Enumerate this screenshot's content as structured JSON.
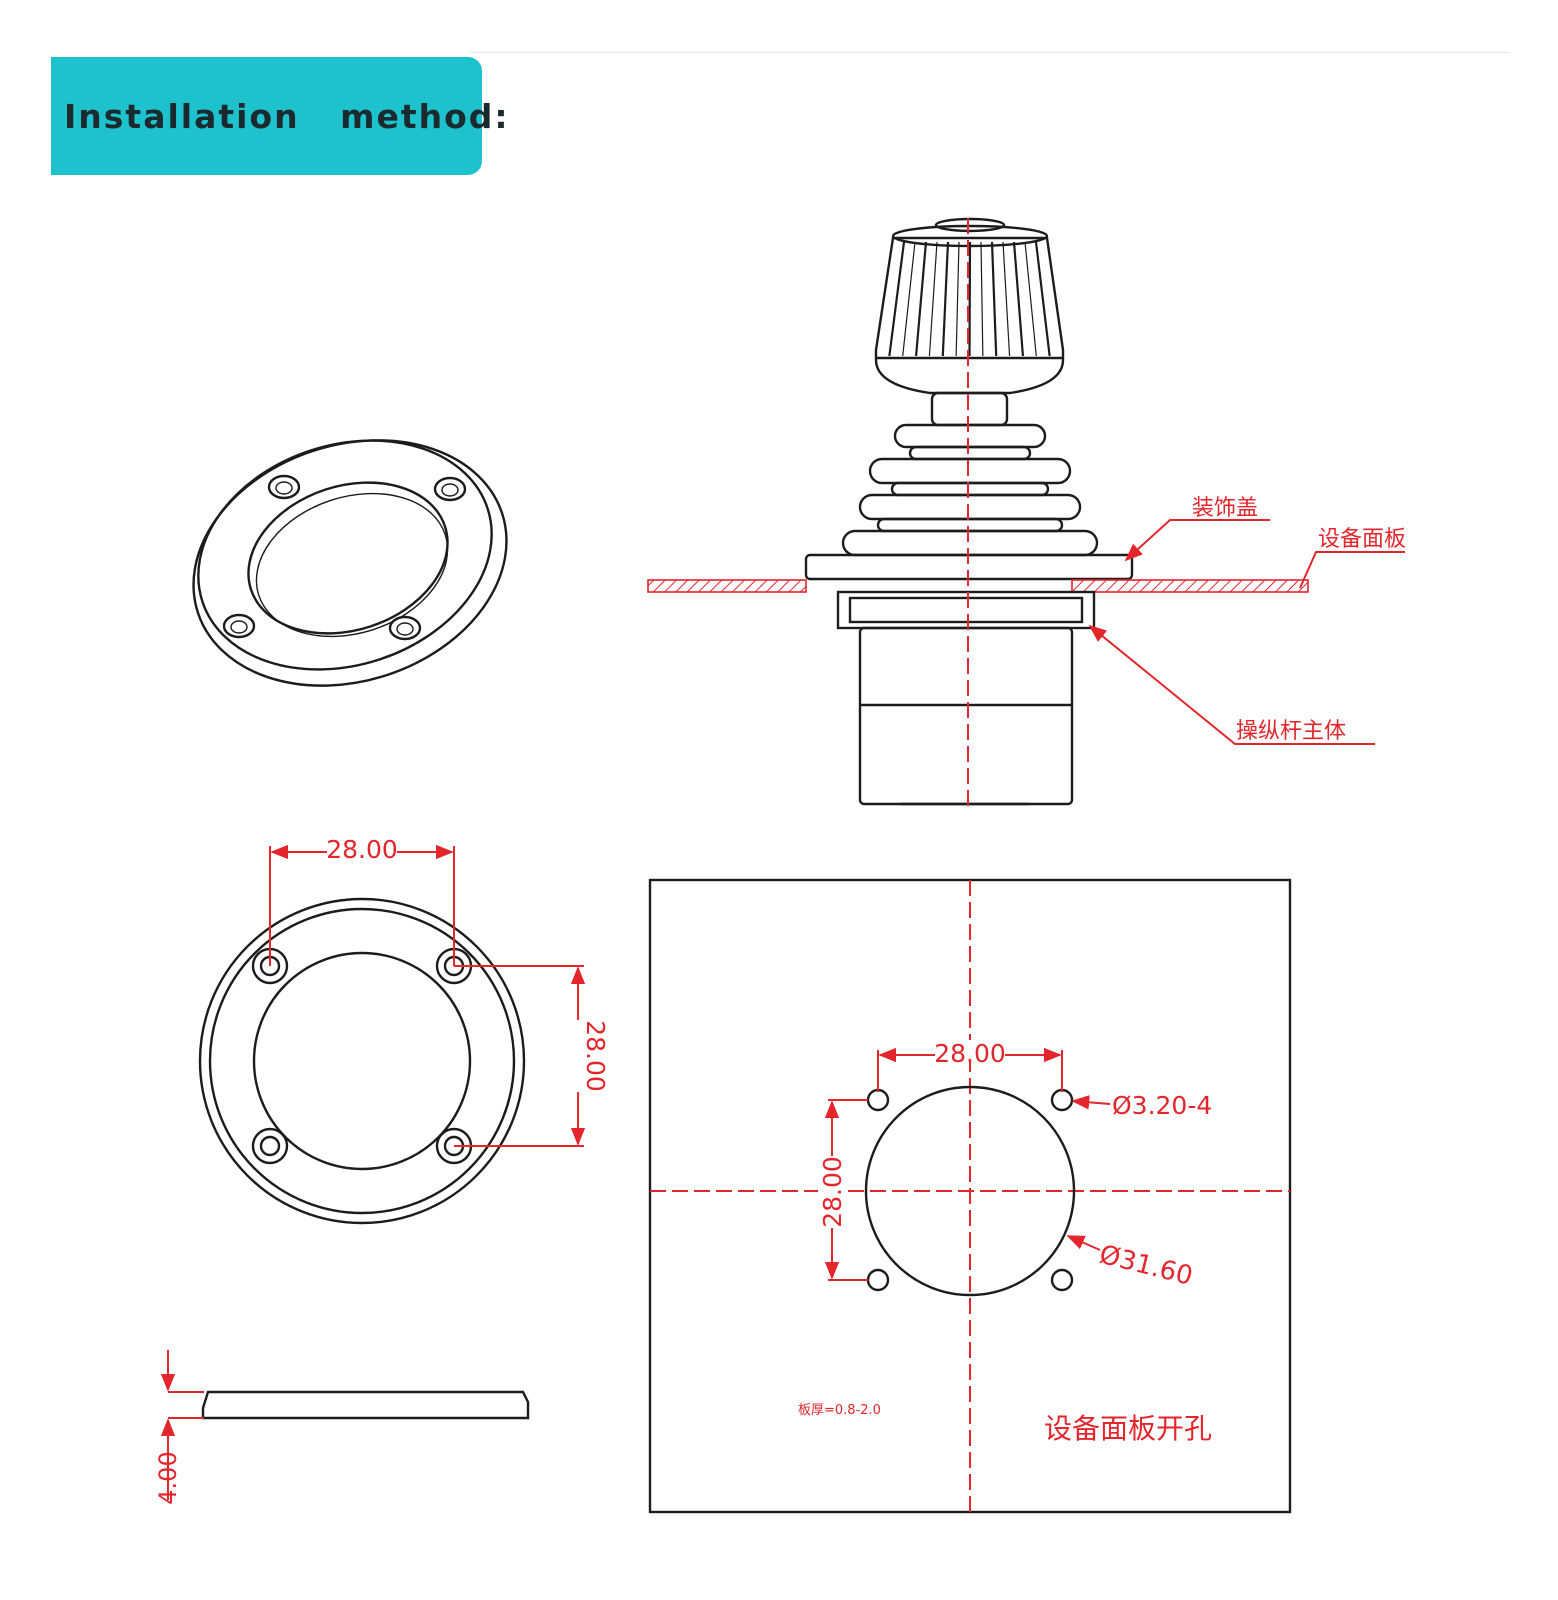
{
  "banner": {
    "title": "Installation   method:",
    "color": "#1dc2cc"
  },
  "colors": {
    "line": "#1c1c1c",
    "dimension": "#e3262c"
  },
  "assembly": {
    "label_decor_cover": "装饰盖",
    "label_panel": "设备面板",
    "label_joystick_body": "操纵杆主体"
  },
  "ring_front": {
    "dim_horizontal": "28.00",
    "dim_vertical": "28.00"
  },
  "ring_side": {
    "dim_thickness": "4.00"
  },
  "panel_cutout": {
    "dim_horizontal": "28.00",
    "dim_vertical": "28.00",
    "hole_label": "Ø3.20-4",
    "bore_label": "Ø31.60",
    "thickness_note": "板厚=0.8-2.0",
    "title": "设备面板开孔"
  }
}
